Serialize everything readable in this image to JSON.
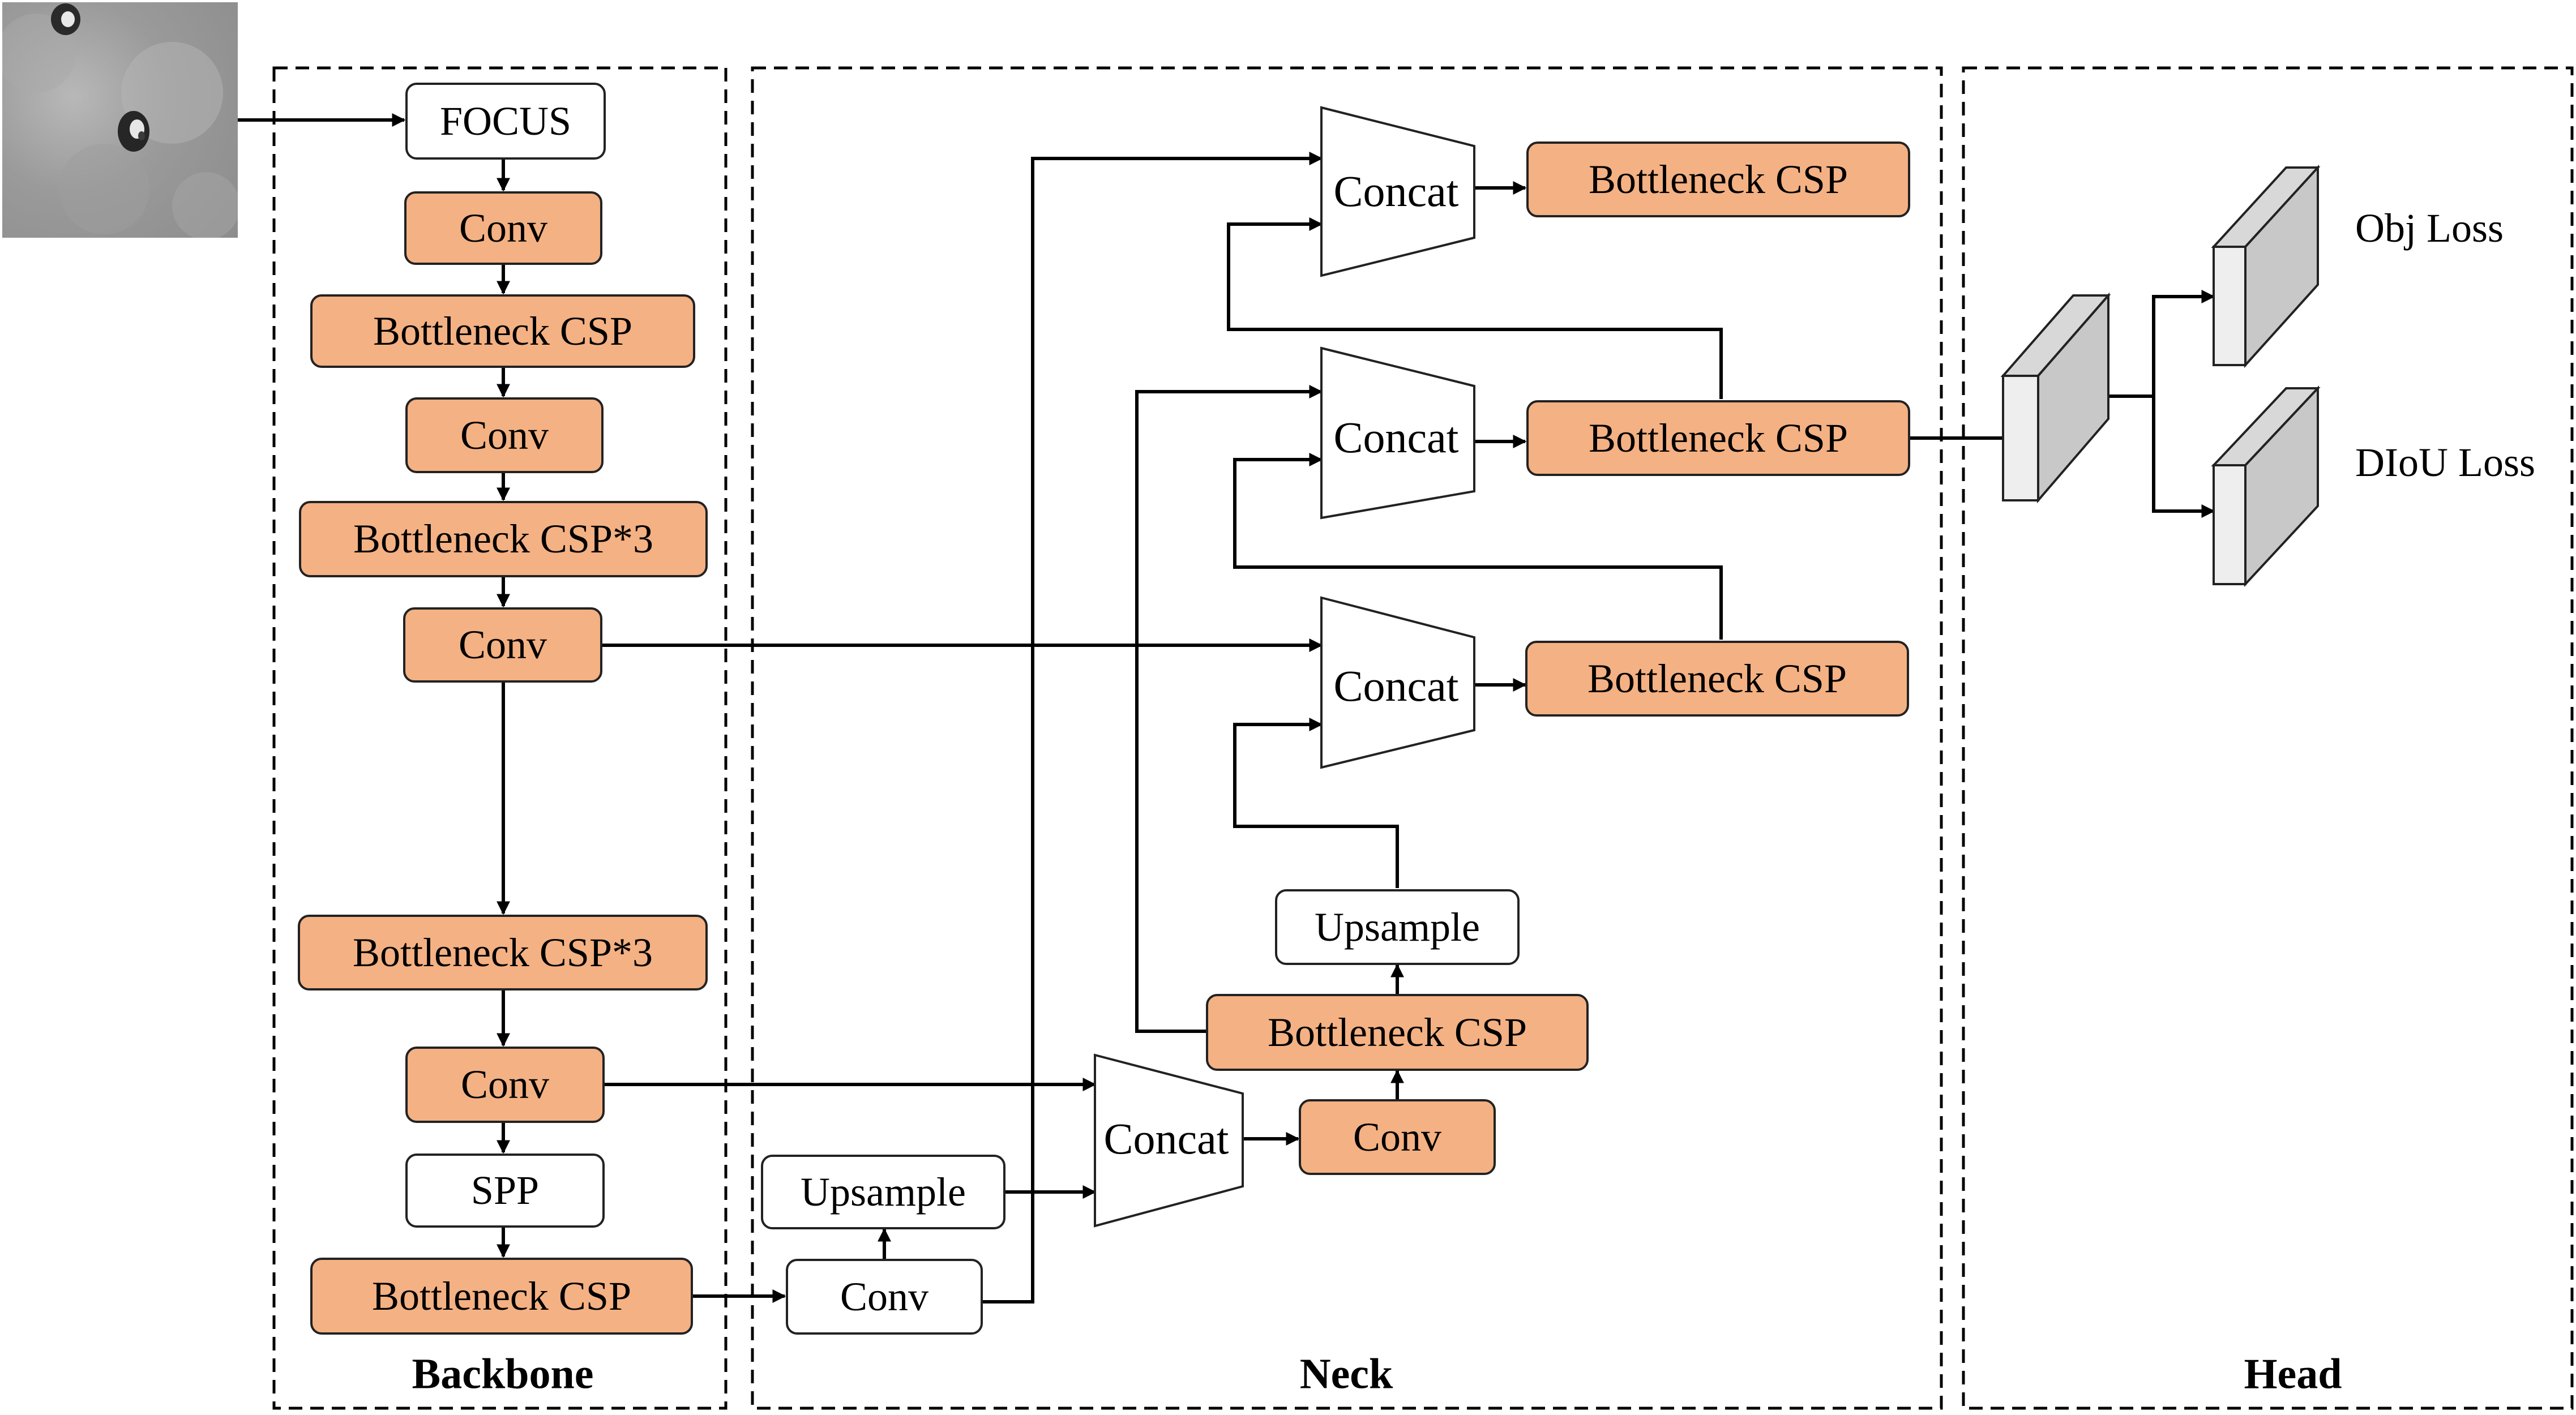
{
  "sections": {
    "backbone": "Backbone",
    "neck": "Neck",
    "head": "Head"
  },
  "backbone": {
    "focus": "FOCUS",
    "conv1": "Conv",
    "csp1": "Bottleneck CSP",
    "conv2": "Conv",
    "csp3a": "Bottleneck CSP*3",
    "conv3": "Conv",
    "csp3b": "Bottleneck CSP*3",
    "conv4": "Conv",
    "spp": "SPP",
    "csp2": "Bottleneck CSP"
  },
  "neck": {
    "conv_a": "Conv",
    "upsample_a": "Upsample",
    "concat_a": "Concat",
    "conv_b": "Conv",
    "csp_a": "Bottleneck CSP",
    "upsample_b": "Upsample",
    "concat_b": "Concat",
    "csp_b": "Bottleneck CSP",
    "concat_c": "Concat",
    "csp_c": "Bottleneck CSP",
    "concat_d": "Concat",
    "csp_d": "Bottleneck CSP"
  },
  "head": {
    "obj_loss": "Obj Loss",
    "diou_loss": "DIoU Loss"
  },
  "colors": {
    "block_fill": "#f4b183",
    "line": "#000000",
    "box_gray": "#c8c8c8"
  }
}
